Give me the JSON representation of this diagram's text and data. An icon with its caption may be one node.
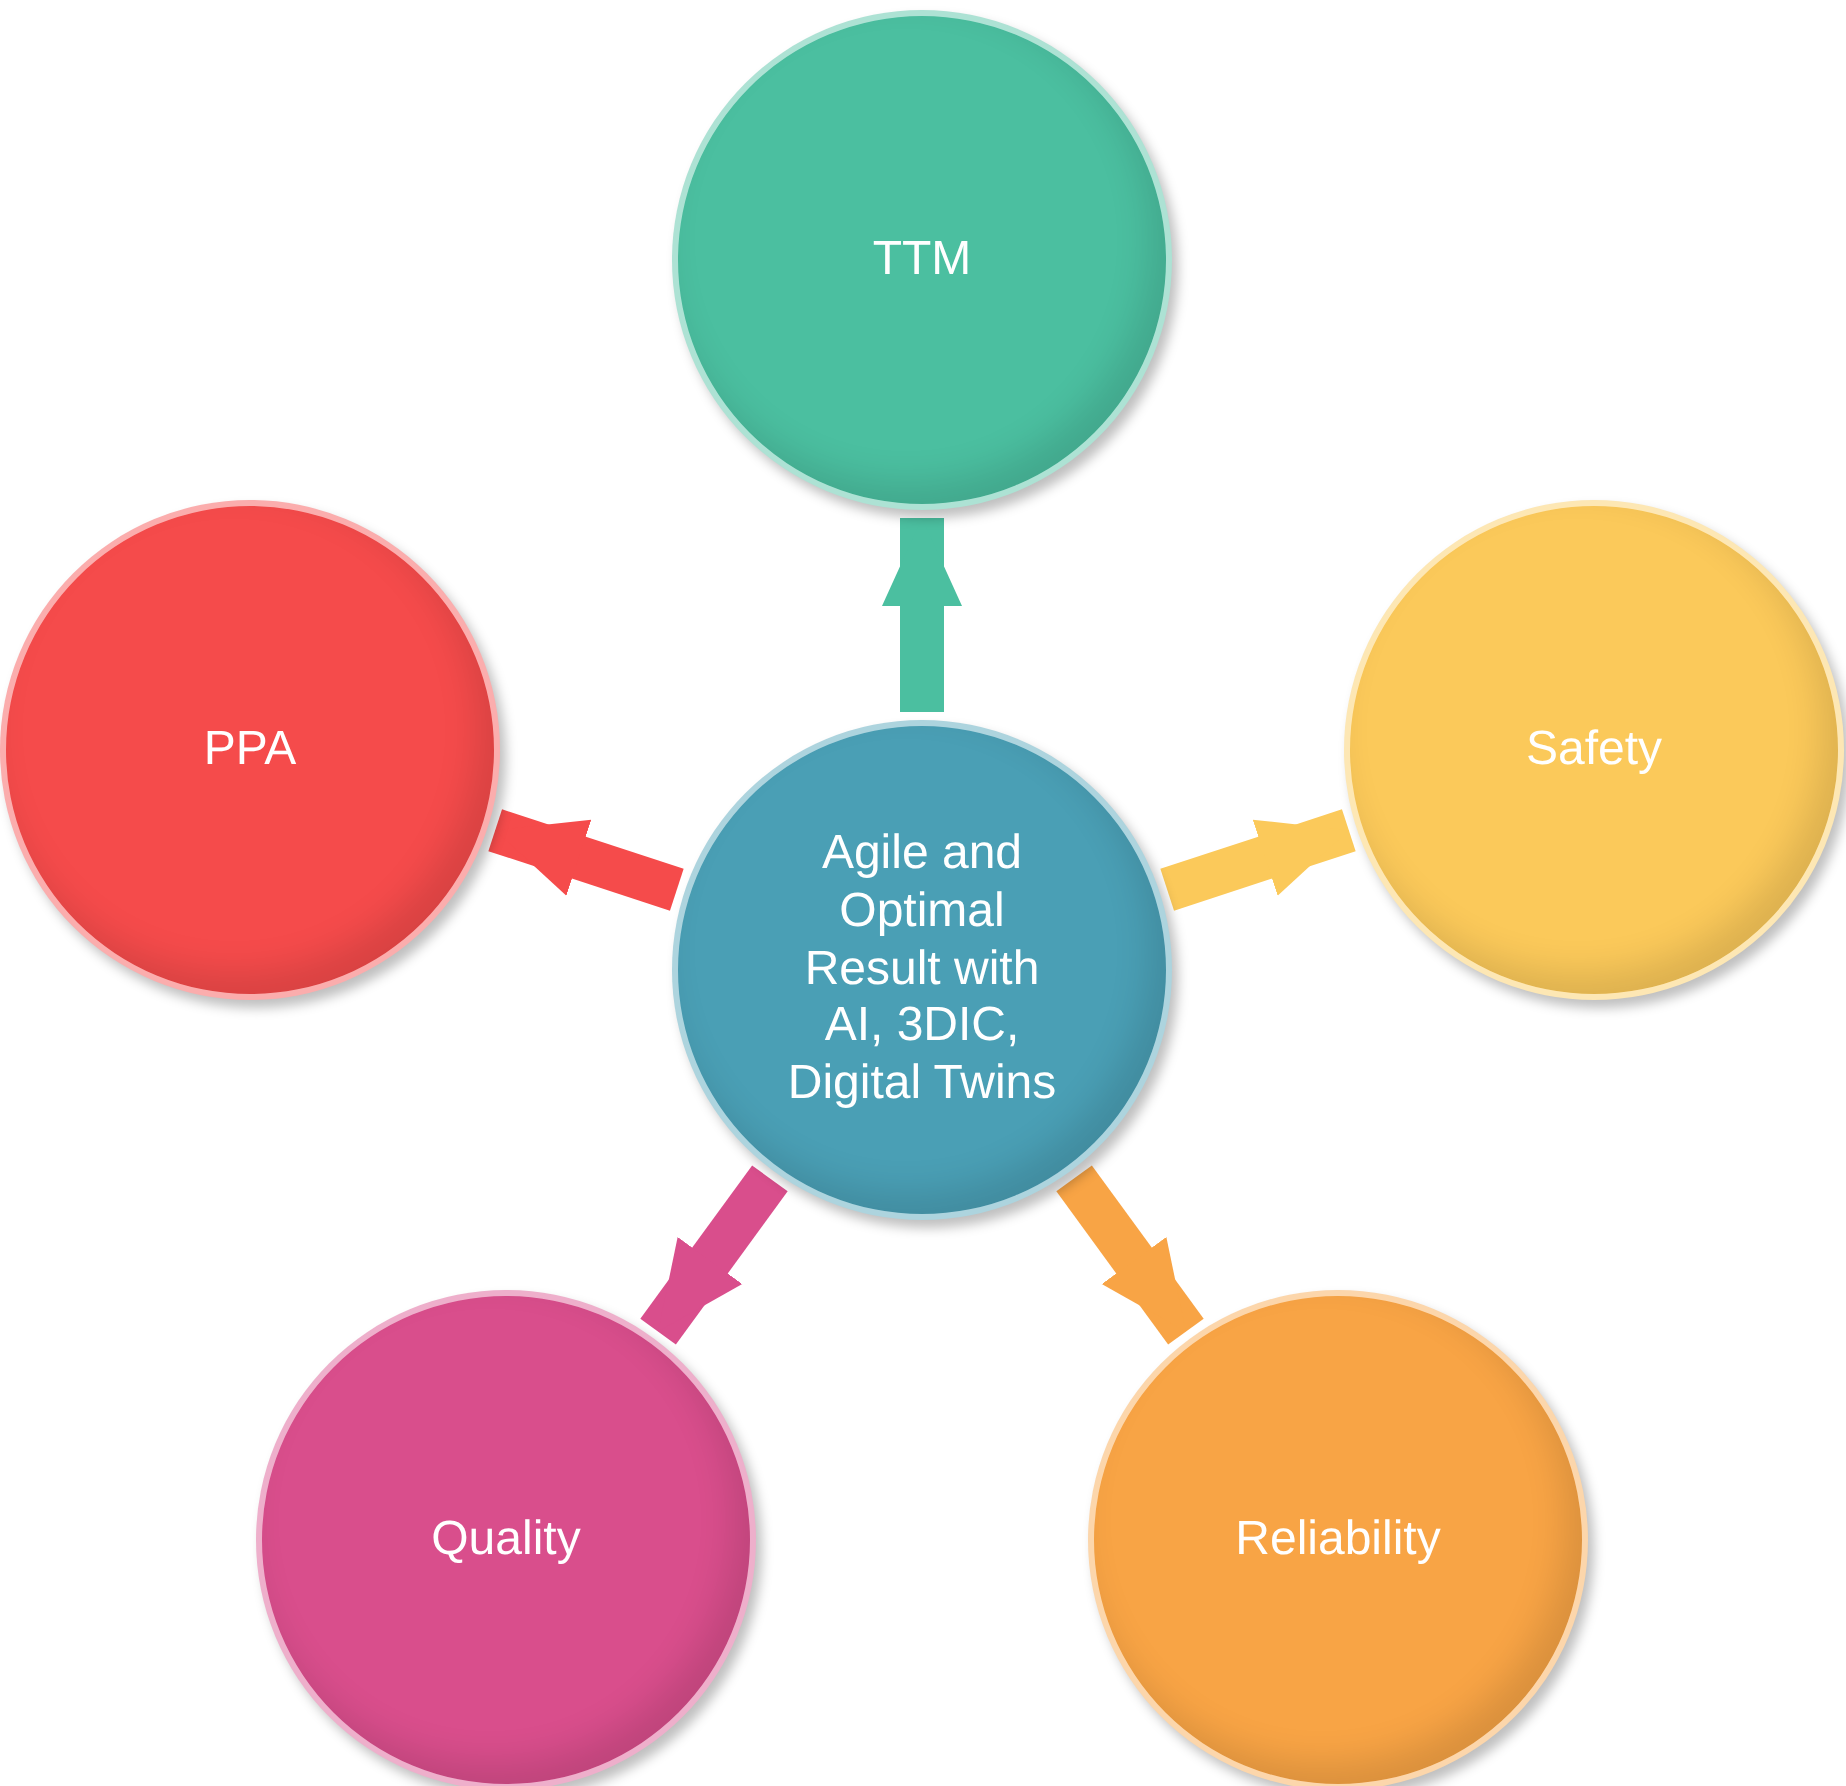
{
  "diagram": {
    "nodes": [
      {
        "text": [
          "TTM"
        ]
      },
      {
        "text": [
          "PPA"
        ]
      },
      {
        "text": [
          "Safety"
        ]
      },
      {
        "text": [
          "Agile and Optimal Result with AI, 3DIC, Digital Twins"
        ]
      },
      {
        "text": [
          "Quality"
        ]
      },
      {
        "text": [
          "Reliability"
        ]
      }
    ],
    "edges": [
      {
        "from": 3,
        "to": 0,
        "arrow": "to",
        "color": "#4bbfa0"
      },
      {
        "from": 3,
        "to": 1,
        "arrow": "to",
        "color": "#f54b4b"
      },
      {
        "from": 3,
        "to": 2,
        "arrow": "to",
        "color": "#fbc95a"
      },
      {
        "from": 3,
        "to": 4,
        "arrow": "to",
        "color": "#d94e8c"
      },
      {
        "from": 3,
        "to": 5,
        "arrow": "to",
        "color": "#f8a445"
      }
    ]
  }
}
